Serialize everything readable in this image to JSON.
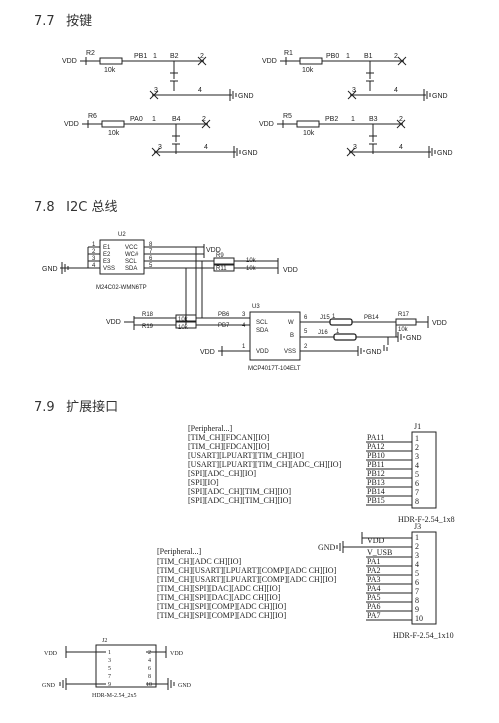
{
  "headings": [
    {
      "num": "7.7",
      "title": "按键"
    },
    {
      "num": "7.8",
      "title": "I2C 总线"
    },
    {
      "num": "7.9",
      "title": "扩展接口"
    }
  ],
  "buttons": [
    {
      "vdd": "VDD",
      "res": "R2",
      "val": "10k",
      "net": "PB1",
      "ref": "B2",
      "pin1": "1",
      "pin2": "2",
      "pin3": "3",
      "pin4": "4",
      "gnd": "GND"
    },
    {
      "vdd": "VDD",
      "res": "R1",
      "val": "10k",
      "net": "PB0",
      "ref": "B1",
      "pin1": "1",
      "pin2": "2",
      "pin3": "3",
      "pin4": "4",
      "gnd": "GND"
    },
    {
      "vdd": "VDD",
      "res": "R6",
      "val": "10k",
      "net": "PA0",
      "ref": "B4",
      "pin1": "1",
      "pin2": "2",
      "pin3": "3",
      "pin4": "4",
      "gnd": "GND"
    },
    {
      "vdd": "VDD",
      "res": "R5",
      "val": "10k",
      "net": "PB2",
      "ref": "B3",
      "pin1": "1",
      "pin2": "2",
      "pin3": "3",
      "pin4": "4",
      "gnd": "GND"
    }
  ],
  "i2c": {
    "eeprom": {
      "ref": "U2",
      "part": "M24C02-WMN6TP",
      "left": [
        "E1",
        "E2",
        "E3",
        "VSS"
      ],
      "left_pins": [
        "1",
        "2",
        "3",
        "4"
      ],
      "right": [
        "VCC",
        "WC#",
        "SCL",
        "SDA"
      ],
      "right_pins": [
        "8",
        "7",
        "6",
        "5"
      ]
    },
    "r9": {
      "ref": "R9",
      "val": "10k"
    },
    "r11": {
      "ref": "R11",
      "val": "10k"
    },
    "r18": {
      "ref": "R18",
      "val": "10k"
    },
    "r19": {
      "ref": "R19",
      "val": "10k"
    },
    "r17": {
      "ref": "R17",
      "val": "10k"
    },
    "pb6": "PB6",
    "pb7": "PB7",
    "pb14": "PB14",
    "sensor": {
      "ref": "U3",
      "part": "MCP4017T-104ELT",
      "scl": "SCL",
      "sda": "SDA",
      "w": "W",
      "b": "B",
      "vdd": "VDD",
      "vss": "VSS",
      "pins": {
        "scl": "3",
        "sda": "4",
        "w": "6",
        "b": "5",
        "vdd": "1",
        "vss": "2"
      }
    },
    "j15": "J15",
    "j16": "J16",
    "jp_pin": "1",
    "vdd": "VDD",
    "gnd": "GND"
  },
  "headers": {
    "j1": {
      "ref": "J1",
      "part": "HDR-F-2.54_1x8",
      "pins": [
        "1",
        "2",
        "3",
        "4",
        "5",
        "6",
        "7",
        "8"
      ],
      "nets": [
        "PA11",
        "PA12",
        "PB10",
        "PB11",
        "PB12",
        "PB13",
        "PB14",
        "PB15"
      ],
      "functions": [
        "[Peripheral...]",
        "[TIM_CH][FDCAN][IO]",
        "[TIM_CH][FDCAN][IO]",
        "[USART][LPUART][TIM_CH][IO]",
        "[USART][LPUART][TIM_CH][ADC_CH][IO]",
        "[SPI][ADC_CH][IO]",
        "[SPI][IO]",
        "[SPI][ADC_CH][TIM_CH][IO]",
        "[SPI][ADC_CH][TIM_CH][IO]"
      ]
    },
    "j3": {
      "ref": "J3",
      "part": "HDR-F-2.54_1x10",
      "pins": [
        "1",
        "2",
        "3",
        "4",
        "5",
        "6",
        "7",
        "8",
        "9",
        "10"
      ],
      "nets": [
        "VDD",
        "V_USB",
        "PA1",
        "PA2",
        "PA3",
        "PA4",
        "PA5",
        "PA6",
        "PA7"
      ],
      "gnd": "GND",
      "functions": [
        "[Peripheral...]",
        "[TIM_CH][ADC CH][IO]",
        "[TIM_CH][USART][LPUART][COMP][ADC CH][IO]",
        "[TIM_CH][USART][LPUART][COMP][ADC CH][IO]",
        "[TIM_CH][SPI][DAC][ADC CH][IO]",
        "[TIM_CH][SPI][DAC][ADC CH][IO]",
        "[TIM_CH][SPI][COMP][ADC CH][IO]",
        "[TIM_CH][SPI][COMP][ADC CH][IO]"
      ]
    },
    "j2": {
      "ref": "J2",
      "part": "HDR-M-2.54_2x5",
      "pins": [
        "1",
        "2",
        "3",
        "4",
        "5",
        "6",
        "7",
        "8",
        "9",
        "10"
      ],
      "vdd": "VDD",
      "gnd": "GND"
    }
  }
}
